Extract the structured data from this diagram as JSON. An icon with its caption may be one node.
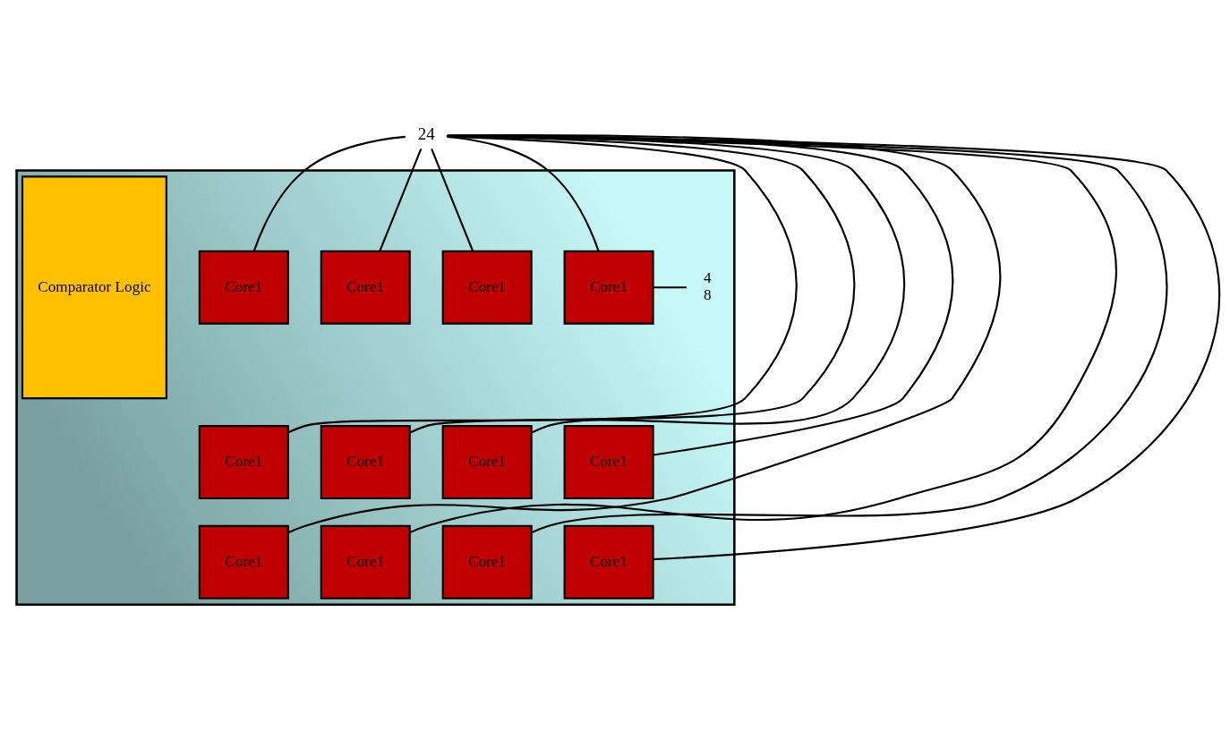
{
  "diagram": {
    "nodes": [
      {
        "text": [
          "24"
        ]
      },
      {
        "text": [],
        "shape": "box"
      },
      {
        "text": [
          "Core1"
        ],
        "in": 1
      },
      {
        "text": [
          "Core1"
        ],
        "in": 1
      },
      {
        "text": [
          "Core1"
        ],
        "in": 1
      },
      {
        "text": [
          "Core1"
        ],
        "in": 1
      },
      {
        "text": [
          "Core1"
        ],
        "in": 1
      },
      {
        "text": [
          "Core1"
        ],
        "in": 1
      },
      {
        "text": [
          "Core1"
        ],
        "in": 1
      },
      {
        "text": [
          "Core1"
        ],
        "in": 1
      },
      {
        "text": [
          "Core1"
        ],
        "in": 1
      },
      {
        "text": [
          "Core1"
        ],
        "in": 1
      },
      {
        "text": [
          "Core1"
        ],
        "in": 1
      },
      {
        "text": [
          "Core1"
        ],
        "in": 1
      },
      {
        "text": [
          "4",
          "8"
        ],
        "in": 1
      },
      {
        "text": [
          "Comparator Logic"
        ],
        "in": 1
      }
    ],
    "edges": [
      {
        "from": 0,
        "to": 2,
        "arrow": "none"
      },
      {
        "from": 0,
        "to": 3,
        "arrow": "none"
      },
      {
        "from": 0,
        "to": 4,
        "arrow": "none"
      },
      {
        "from": 0,
        "to": 5,
        "arrow": "none"
      },
      {
        "from": 0,
        "to": 6,
        "arrow": "none"
      },
      {
        "from": 0,
        "to": 7,
        "arrow": "none"
      },
      {
        "from": 0,
        "to": 8,
        "arrow": "none"
      },
      {
        "from": 0,
        "to": 9,
        "arrow": "none"
      },
      {
        "from": 0,
        "to": 10,
        "arrow": "none"
      },
      {
        "from": 0,
        "to": 11,
        "arrow": "none"
      },
      {
        "from": 0,
        "to": 12,
        "arrow": "none"
      },
      {
        "from": 0,
        "to": 13,
        "arrow": "none"
      },
      {
        "from": 5,
        "to": 14,
        "arrow": "none"
      }
    ]
  }
}
